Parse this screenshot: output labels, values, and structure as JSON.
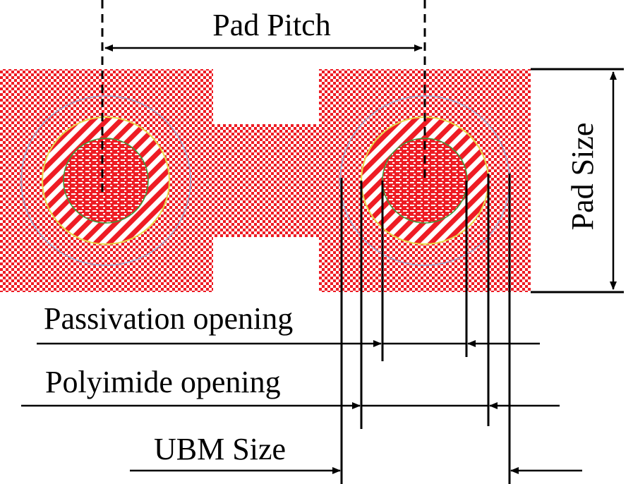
{
  "labels": {
    "pad_pitch": "Pad Pitch",
    "pad_size": "Pad Size",
    "passivation_opening": "Passivation opening",
    "polyimide_opening": "Polyimide opening",
    "ubm_size": "UBM Size"
  },
  "colors": {
    "pad_red": "#ee1c24",
    "pattern_white": "#ffffff",
    "line_black": "#000000",
    "ubm_ring": "#9aa6cf",
    "polyimide_ring": "#e8d84a",
    "passivation_ring": "#3a9a3a"
  }
}
